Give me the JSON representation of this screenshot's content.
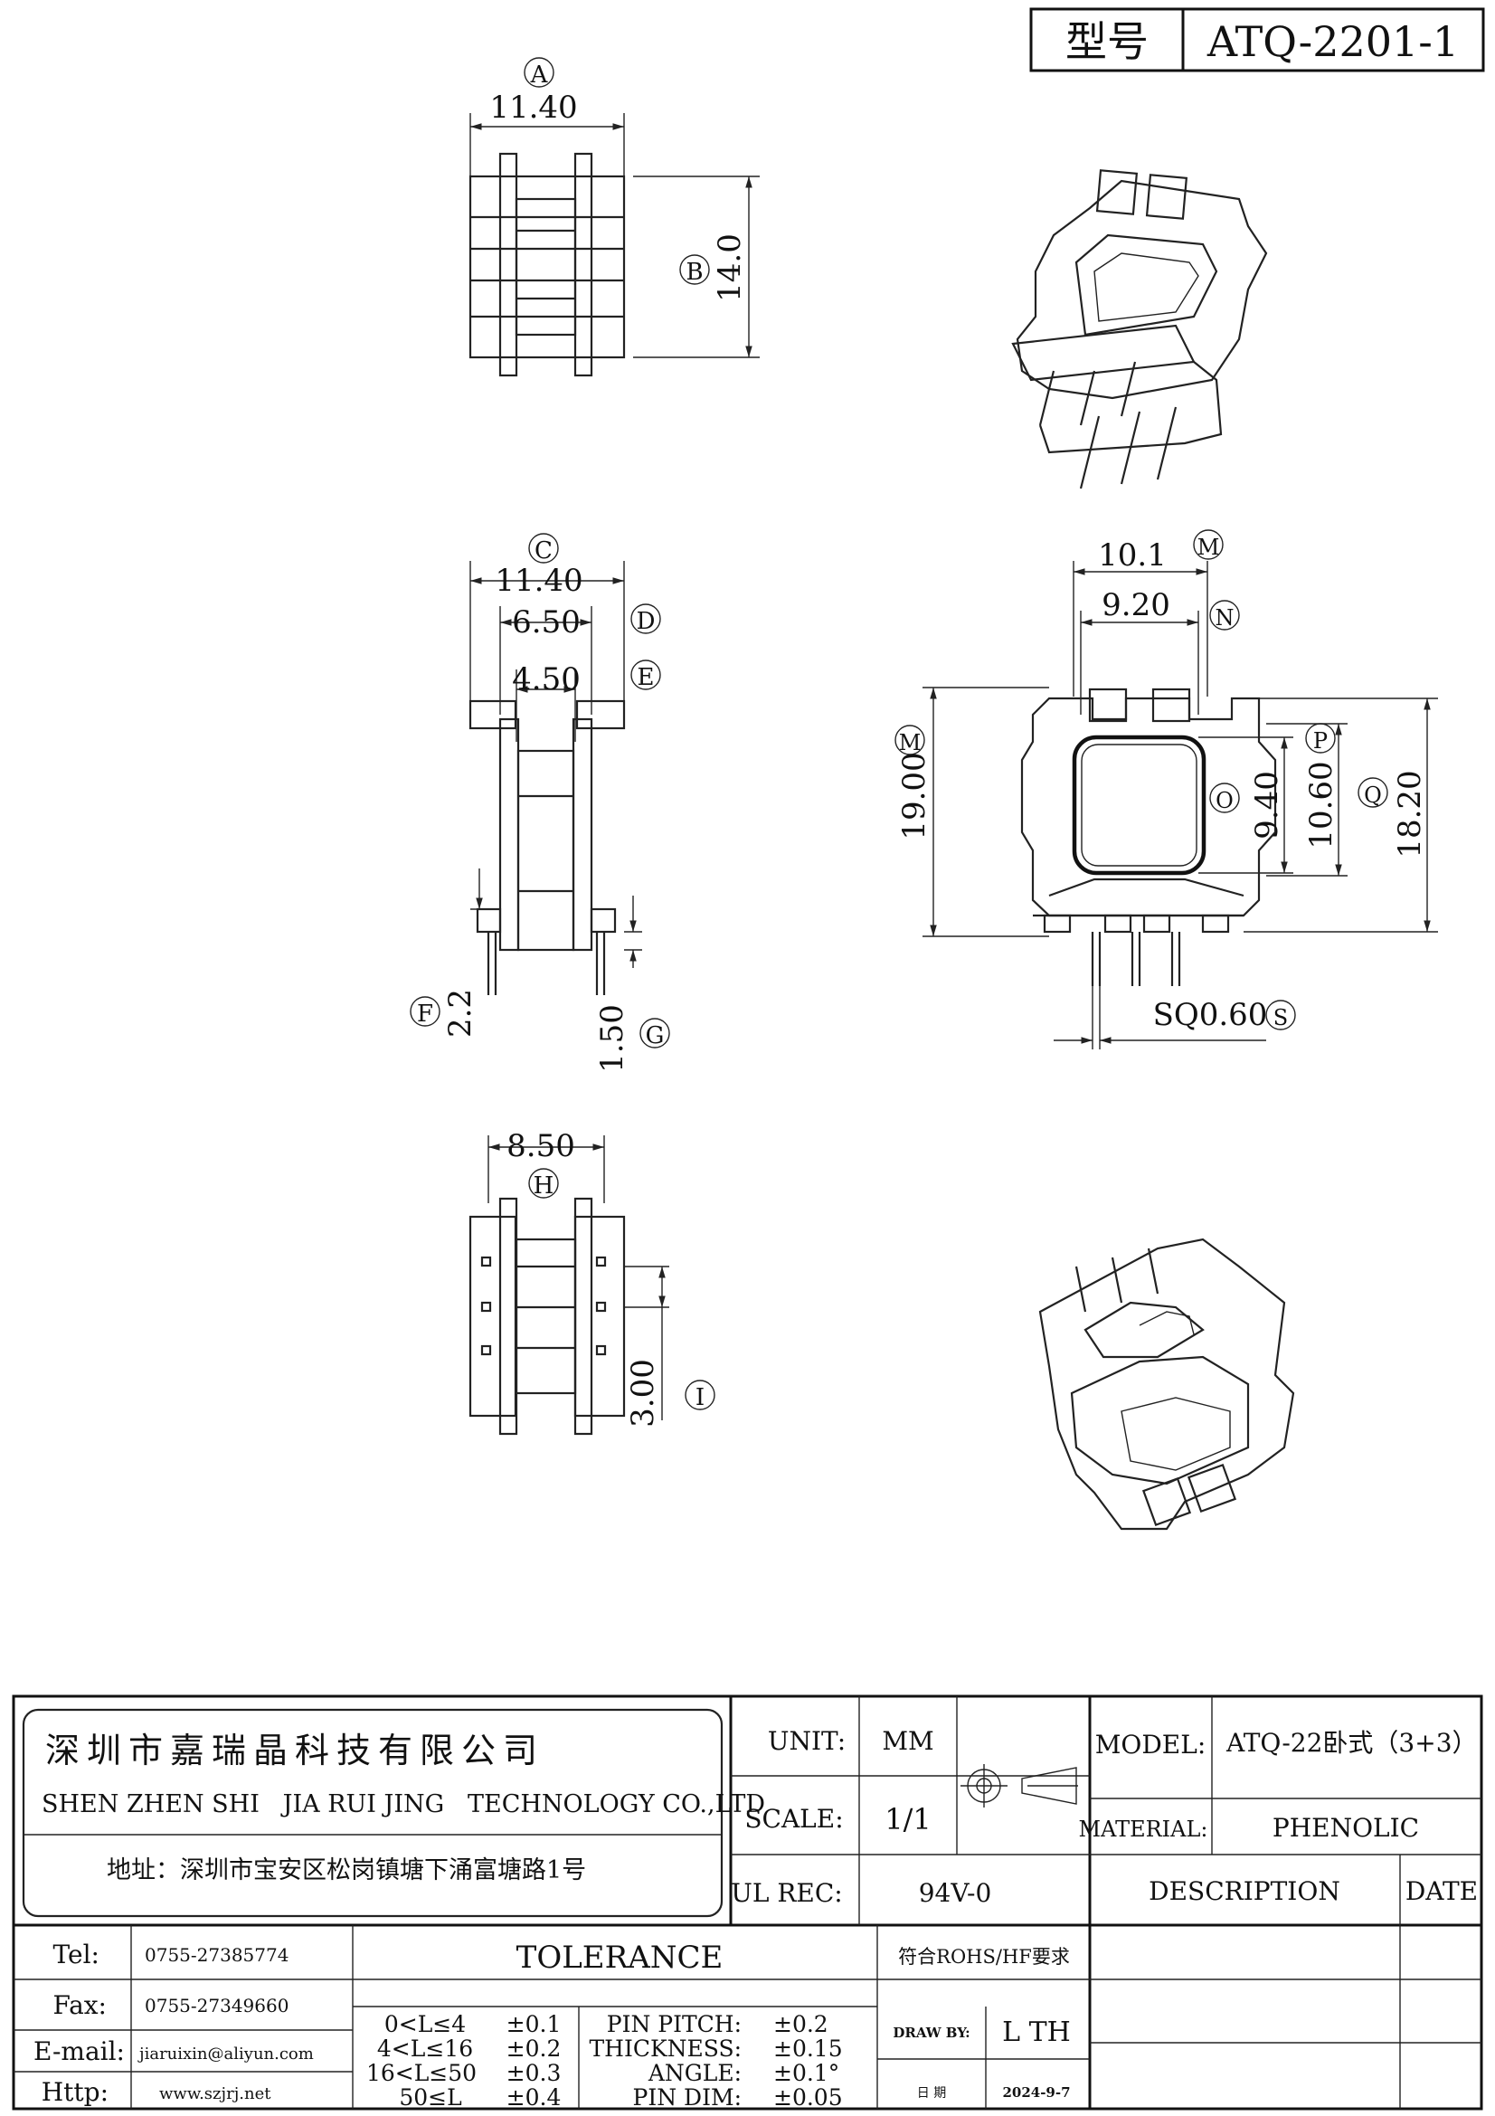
{
  "model_box": {
    "label": "型号",
    "value": "ATQ-2201-1"
  },
  "views": {
    "top_view": {
      "width_label": "A",
      "width": "11.40",
      "height_label": "B",
      "height": "14.0"
    },
    "front_view": {
      "c_label": "C",
      "c_value": "11.40",
      "d_label": "D",
      "d_value": "6.50",
      "e_label": "E",
      "e_value": "4.50",
      "f_label": "F",
      "f_value": "2.2",
      "g_label": "G",
      "g_value": "1.50"
    },
    "bottom_view": {
      "h_label": "H",
      "h_value": "8.50",
      "i_label": "I",
      "i_value": "3.00"
    },
    "side_view": {
      "m_top": "10.1",
      "m_top_label": "M",
      "n_value": "9.20",
      "n_label": "N",
      "height_label": "M",
      "height": "19.00",
      "o_label": "O",
      "p_value": "9.40",
      "p_label": "P",
      "q_value": "10.60",
      "q_label": "Q",
      "total": "18.20",
      "pin_label": "SQ0.60",
      "pin_mark": "S"
    }
  },
  "title_block": {
    "company_cn": "深圳市嘉瑞晶科技有限公司",
    "company_en": "SHEN ZHEN SHI   JIA RUI JING   TECHNOLOGY CO.,LTD",
    "address": "地址：深圳市宝安区松岗镇塘下涌富塘路1号",
    "unit_label": "UNIT:",
    "unit_value": "MM",
    "scale_label": "SCALE:",
    "scale_value": "1/1",
    "ul_label": "UL REC:",
    "ul_value": "94V-0",
    "model_label": "MODEL:",
    "model_value": "ATQ-22卧式（3+3）",
    "material_label": "MATERIAL:",
    "material_value": "PHENOLIC",
    "description_label": "DESCRIPTION",
    "date_label": "DATE",
    "tel_label": "Tel:",
    "tel_value": "0755-27385774",
    "fax_label": "Fax:",
    "fax_value": "0755-27349660",
    "email_label": "E-mail:",
    "email_value": "jiaruixin@aliyun.com",
    "http_label": "Http:",
    "http_value": "www.szjrj.net",
    "tolerance_title": "TOLERANCE",
    "tol_rows": [
      {
        "range": "0<L≤4",
        "tol": "±0.1"
      },
      {
        "range": "4<L≤16",
        "tol": "±0.2"
      },
      {
        "range": "16<L≤50",
        "tol": "±0.3"
      },
      {
        "range": "50≤L",
        "tol": "±0.4"
      }
    ],
    "tol_items": [
      {
        "name": "PIN PITCH:",
        "tol": "±0.2"
      },
      {
        "name": "THICKNESS:",
        "tol": "±0.15"
      },
      {
        "name": "ANGLE:",
        "tol": "±0.1°"
      },
      {
        "name": "PIN DIM:",
        "tol": "±0.05"
      }
    ],
    "rohs": "符合ROHS/HF要求",
    "draw_by_label": "DRAW BY:",
    "draw_by_value": "L TH",
    "date_cn": "日 期",
    "date_value": "2024-9-7"
  }
}
